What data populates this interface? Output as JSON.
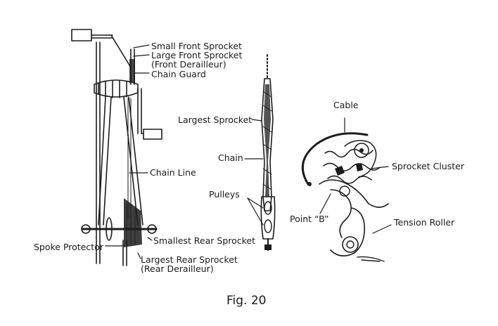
{
  "figure": {
    "caption": "Fig. 20",
    "labels": {
      "small_front_sprocket": "Small Front Sprocket",
      "large_front_sprocket": "Large Front Sprocket",
      "front_derailleur": "(Front Derailleur)",
      "chain_guard": "Chain Guard",
      "chain_line": "Chain Line",
      "smallest_rear_sprocket": "Smallest Rear Sprocket",
      "spoke_protector": "Spoke Protector",
      "largest_rear_sprocket": "Largest Rear Sprocket",
      "rear_derailleur": "(Rear Derailleur)",
      "largest_sprocket": "Largest Sprocket",
      "chain": "Chain",
      "pulleys": "Pulleys",
      "cable": "Cable",
      "sprocket_cluster": "Sprocket Cluster",
      "point_b": "Point “B”",
      "tension_roller": "Tension Roller"
    }
  },
  "colors": {
    "ink": "#1c1c1c",
    "paper": "#ffffff"
  }
}
